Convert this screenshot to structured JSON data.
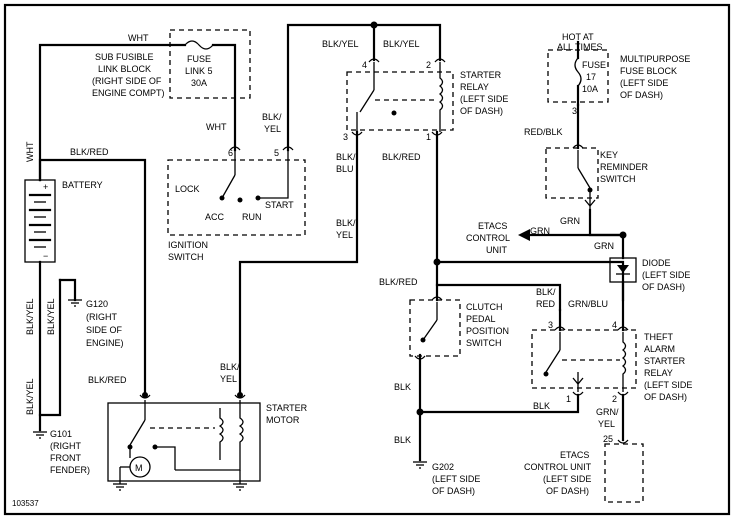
{
  "figure_id": "103537",
  "wire_colors": {
    "wht_top": "WHT",
    "wht_fuse": "WHT",
    "wht_left": "WHT",
    "blk_red_top": "BLK/RED",
    "blk_yel_vert": "BLK/YEL",
    "blk_yel_vert2": "BLK/YEL",
    "blk_yel_vert3": "BLK/YEL",
    "blk_yel_relay4": "BLK/YEL",
    "blk_yel_relay2": "BLK/YEL",
    "blk_yel_ign_1": "BLK/",
    "blk_yel_ign_2": "YEL",
    "blk_blu_1": "BLK/",
    "blk_blu_2": "BLU",
    "blk_yel_mid_1": "BLK/",
    "blk_yel_mid_2": "YEL",
    "blk_red_relay1": "BLK/RED",
    "blk_red_clutch": "BLK/RED",
    "blk_red_motor": "BLK/RED",
    "blk_yel_motor_1": "BLK/",
    "blk_yel_motor_2": "YEL",
    "blk_clutch": "BLK",
    "blk_junction": "BLK",
    "blk_bottom": "BLK",
    "red_blk": "RED/BLK",
    "grn_1": "GRN",
    "grn_2": "GRN",
    "grn_3": "GRN",
    "blk_red_theft_1": "BLK/",
    "blk_red_theft_2": "RED",
    "grn_blu": "GRN/BLU",
    "grn_yel_1": "GRN/",
    "grn_yel_2": "YEL"
  },
  "components": {
    "sub_fusible": [
      "SUB FUSIBLE",
      "LINK BLOCK",
      "(RIGHT SIDE OF",
      "ENGINE COMPT)"
    ],
    "fuse_link": [
      "FUSE",
      "LINK 5",
      "30A"
    ],
    "battery": "BATTERY",
    "ignition": {
      "lock": "LOCK",
      "acc": "ACC",
      "run": "RUN",
      "start": "START",
      "name": [
        "IGNITION",
        "SWITCH"
      ],
      "pin_a": "6",
      "pin_b": "5"
    },
    "starter_relay": {
      "name": [
        "STARTER",
        "RELAY",
        "(LEFT SIDE",
        "OF DASH)"
      ],
      "pin4": "4",
      "pin2": "2",
      "pin3": "3",
      "pin1": "1"
    },
    "hot_at": [
      "HOT AT",
      "ALL TIMES"
    ],
    "fuse17": [
      "FUSE",
      "17",
      "10A"
    ],
    "fuse_block": [
      "MULTIPURPOSE",
      "FUSE BLOCK",
      "(LEFT SIDE",
      "OF DASH)"
    ],
    "fuse_pin": "3",
    "key_reminder": [
      "KEY",
      "REMINDER",
      "SWITCH"
    ],
    "etacs_top": [
      "ETACS",
      "CONTROL",
      "UNIT"
    ],
    "diode": [
      "DIODE",
      "(LEFT SIDE",
      "OF DASH)"
    ],
    "clutch": [
      "CLUTCH",
      "PEDAL",
      "POSITION",
      "SWITCH"
    ],
    "theft_relay": {
      "name": [
        "THEFT",
        "ALARM",
        "STARTER",
        "RELAY",
        "(LEFT SIDE",
        "OF DASH)"
      ],
      "pin3": "3",
      "pin4": "4",
      "pin1": "1",
      "pin2": "2"
    },
    "etacs_bottom": [
      "ETACS",
      "CONTROL UNIT",
      "(LEFT SIDE",
      "OF DASH)"
    ],
    "etacs_pin": "25",
    "starter_motor": [
      "STARTER",
      "MOTOR"
    ],
    "motor_symbol": "M",
    "battery_plus": "+",
    "battery_minus": "−",
    "g120": [
      "G120",
      "(RIGHT",
      "SIDE OF",
      "ENGINE)"
    ],
    "g101": [
      "G101",
      "(RIGHT",
      "FRONT",
      "FENDER)"
    ],
    "g202": [
      "G202",
      "(LEFT SIDE",
      "OF DASH)"
    ]
  }
}
